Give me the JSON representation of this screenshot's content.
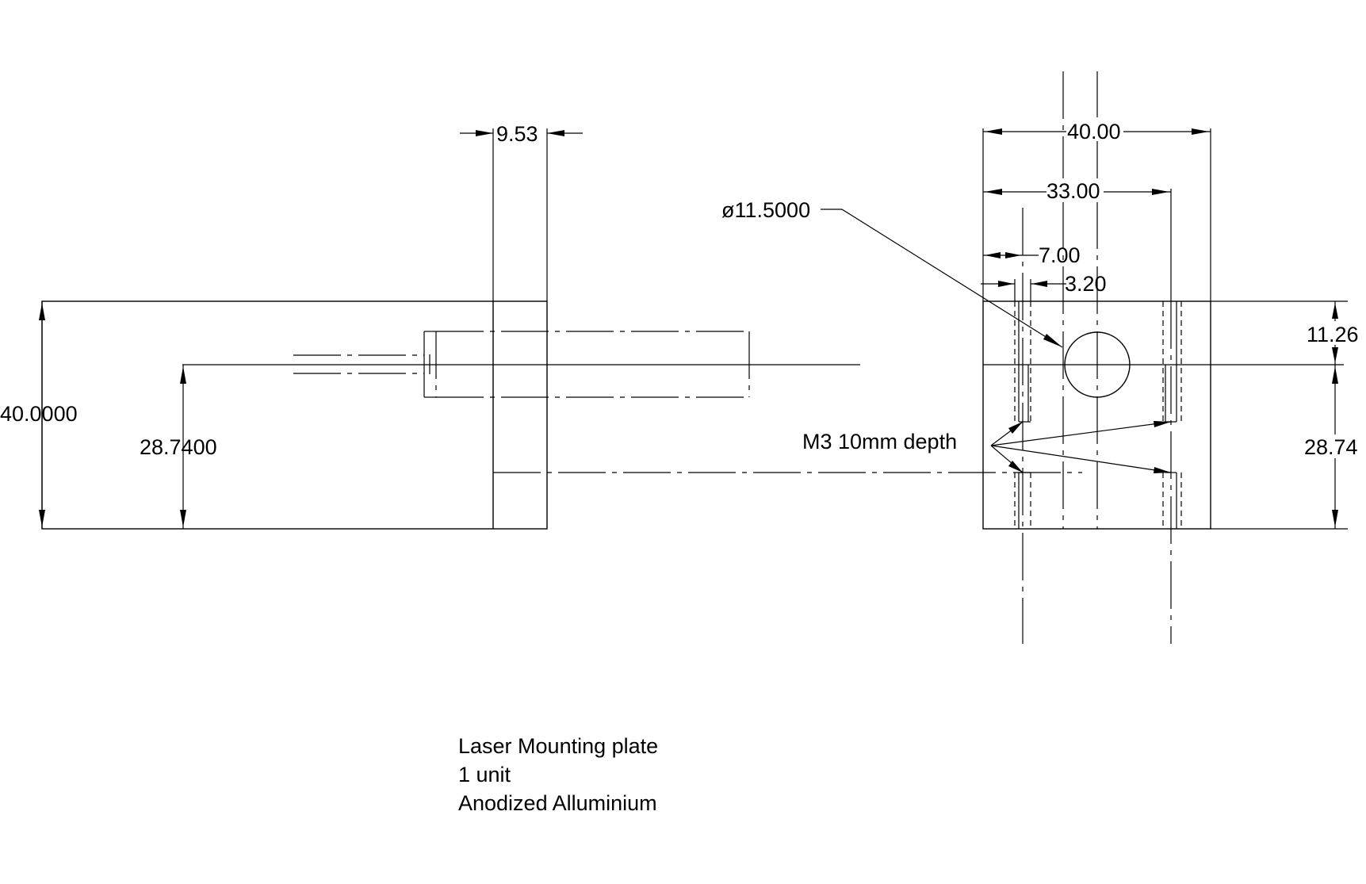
{
  "drawing": {
    "side_view": {
      "dim_top_width": "9.53",
      "dim_overall_height": "40.0000",
      "dim_axis_height": "28.7400"
    },
    "front_view": {
      "dim_overall_width": "40.00",
      "dim_hole_spacing": "33.00",
      "dim_hole_offset": "7.00",
      "dim_hole_diameter_small": "3.20",
      "dim_bore_diameter": "ø11.5000",
      "dim_top_to_axis": "11.26",
      "dim_axis_height": "28.74",
      "thread_note": "M3 10mm  depth"
    },
    "title_block": {
      "part_name": "Laser Mounting plate",
      "quantity": "1 unit",
      "material": "Anodized Alluminium"
    }
  }
}
